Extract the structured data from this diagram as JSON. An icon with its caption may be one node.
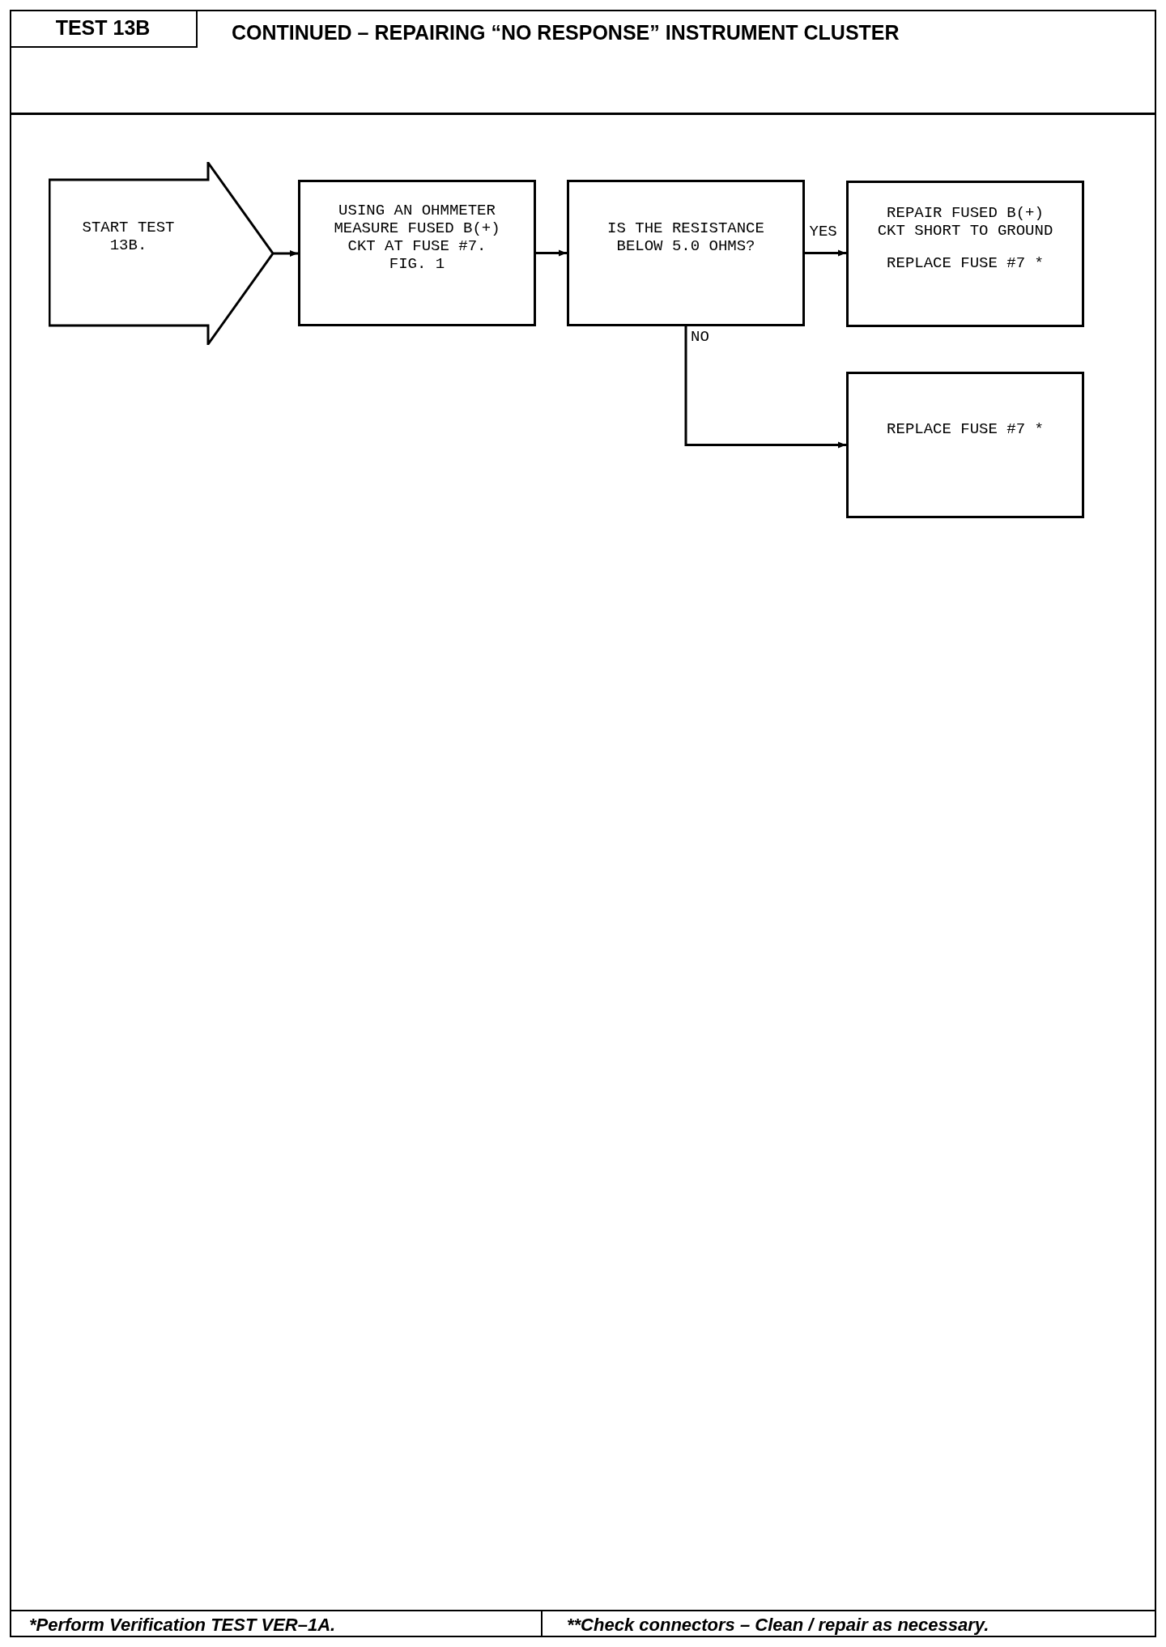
{
  "diagram": {
    "title": "CONTINUED – REPAIRING “NO RESPONSE” INSTRUMENT CLUSTER",
    "nodes": [
      {
        "text": [
          "TEST 13B"
        ]
      },
      {
        "text": [
          "START TEST 13B."
        ]
      },
      {
        "text": [
          "USING AN OHMMETER MEASURE FUSED B(+) CKT AT FUSE #7. FIG. 1"
        ]
      },
      {
        "text": [
          "IS THE RESISTANCE BELOW 5.0 OHMS?"
        ]
      },
      {
        "text": [
          "REPAIR FUSED B(+) CKT SHORT TO GROUND",
          "REPLACE FUSE #7 *"
        ]
      },
      {
        "text": [
          "REPLACE FUSE #7 *"
        ]
      }
    ],
    "edges": [
      {
        "from": 1,
        "to": 2,
        "arrow": "to"
      },
      {
        "from": 2,
        "to": 3,
        "arrow": "to"
      },
      {
        "from": 3,
        "to": 4,
        "arrow": "to",
        "label": "YES"
      },
      {
        "from": 3,
        "to": 5,
        "arrow": "to",
        "label": "NO"
      }
    ],
    "labels": [
      "*Perform Verification TEST VER–1A.",
      "**Check connectors – Clean / repair as necessary."
    ]
  }
}
